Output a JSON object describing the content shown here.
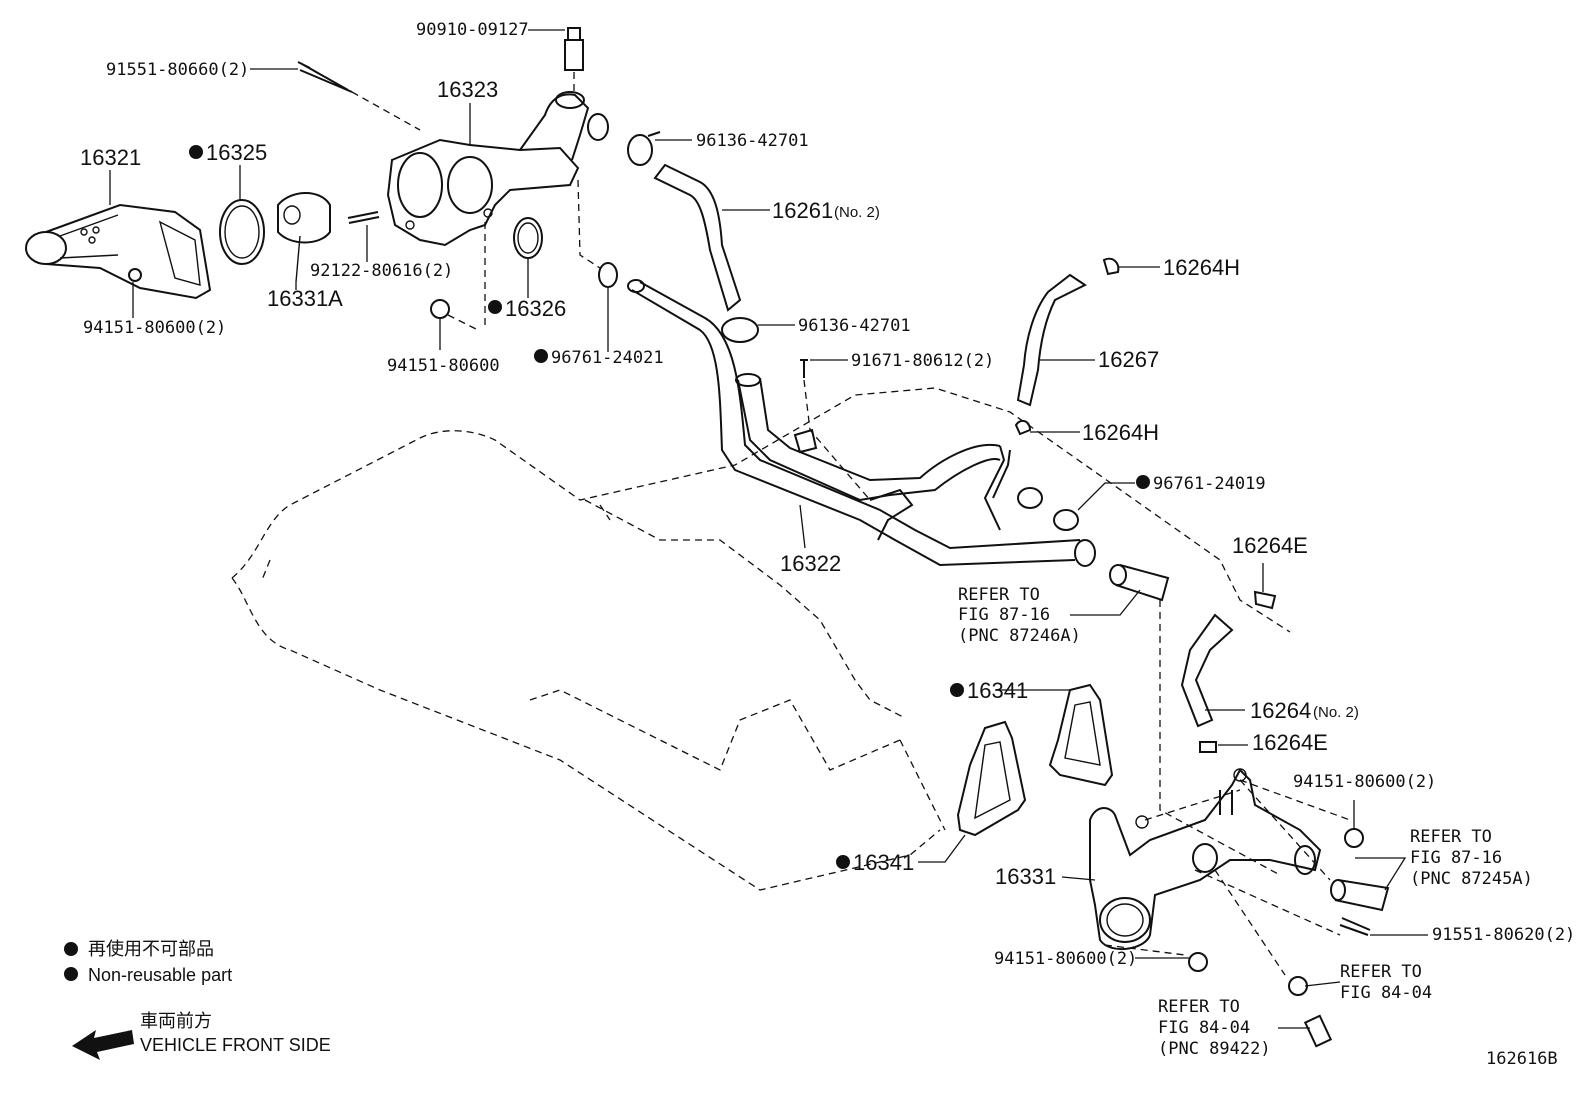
{
  "callouts": {
    "p90910": "90910-09127",
    "p91551a": "91551-80660(2)",
    "p16323": "16323",
    "p96136a": "96136-42701",
    "p16321": "16321",
    "p16325": "16325",
    "p16261": "16261",
    "p16261_note": "(No. 2)",
    "p92122": "92122-80616(2)",
    "p16331A": "16331A",
    "p16326": "16326",
    "p94151a": "94151-80600(2)",
    "p94151b": "94151-80600",
    "p96761a": "96761-24021",
    "p16264H_1": "16264H",
    "p96136b": "96136-42701",
    "p91671": "91671-80612(2)",
    "p16267": "16267",
    "p16264H_2": "16264H",
    "p96761b": "96761-24019",
    "p16322": "16322",
    "p16264E_1": "16264E",
    "refer1_l1": "REFER TO",
    "refer1_l2": "FIG 87-16",
    "refer1_l3": "(PNC 87246A)",
    "p16341a": "16341",
    "p16264": "16264",
    "p16264_note": "(No. 2)",
    "p16264E_2": "16264E",
    "p94151c": "94151-80600(2)",
    "refer2_l1": "REFER TO",
    "refer2_l2": "FIG 87-16",
    "refer2_l3": "(PNC 87245A)",
    "p16341b": "16341",
    "p16331": "16331",
    "p91551b": "91551-80620(2)",
    "p94151d": "94151-80600(2)",
    "refer3_l1": "REFER TO",
    "refer3_l2": "FIG 84-04",
    "refer4_l1": "REFER TO",
    "refer4_l2": "FIG 84-04",
    "refer4_l3": "(PNC 89422)"
  },
  "legend": {
    "line1": "再使用不可部品",
    "line2": "Non-reusable part",
    "direction_jp": "車両前方",
    "direction_en": "VEHICLE FRONT SIDE"
  },
  "figure_id": "162616B"
}
